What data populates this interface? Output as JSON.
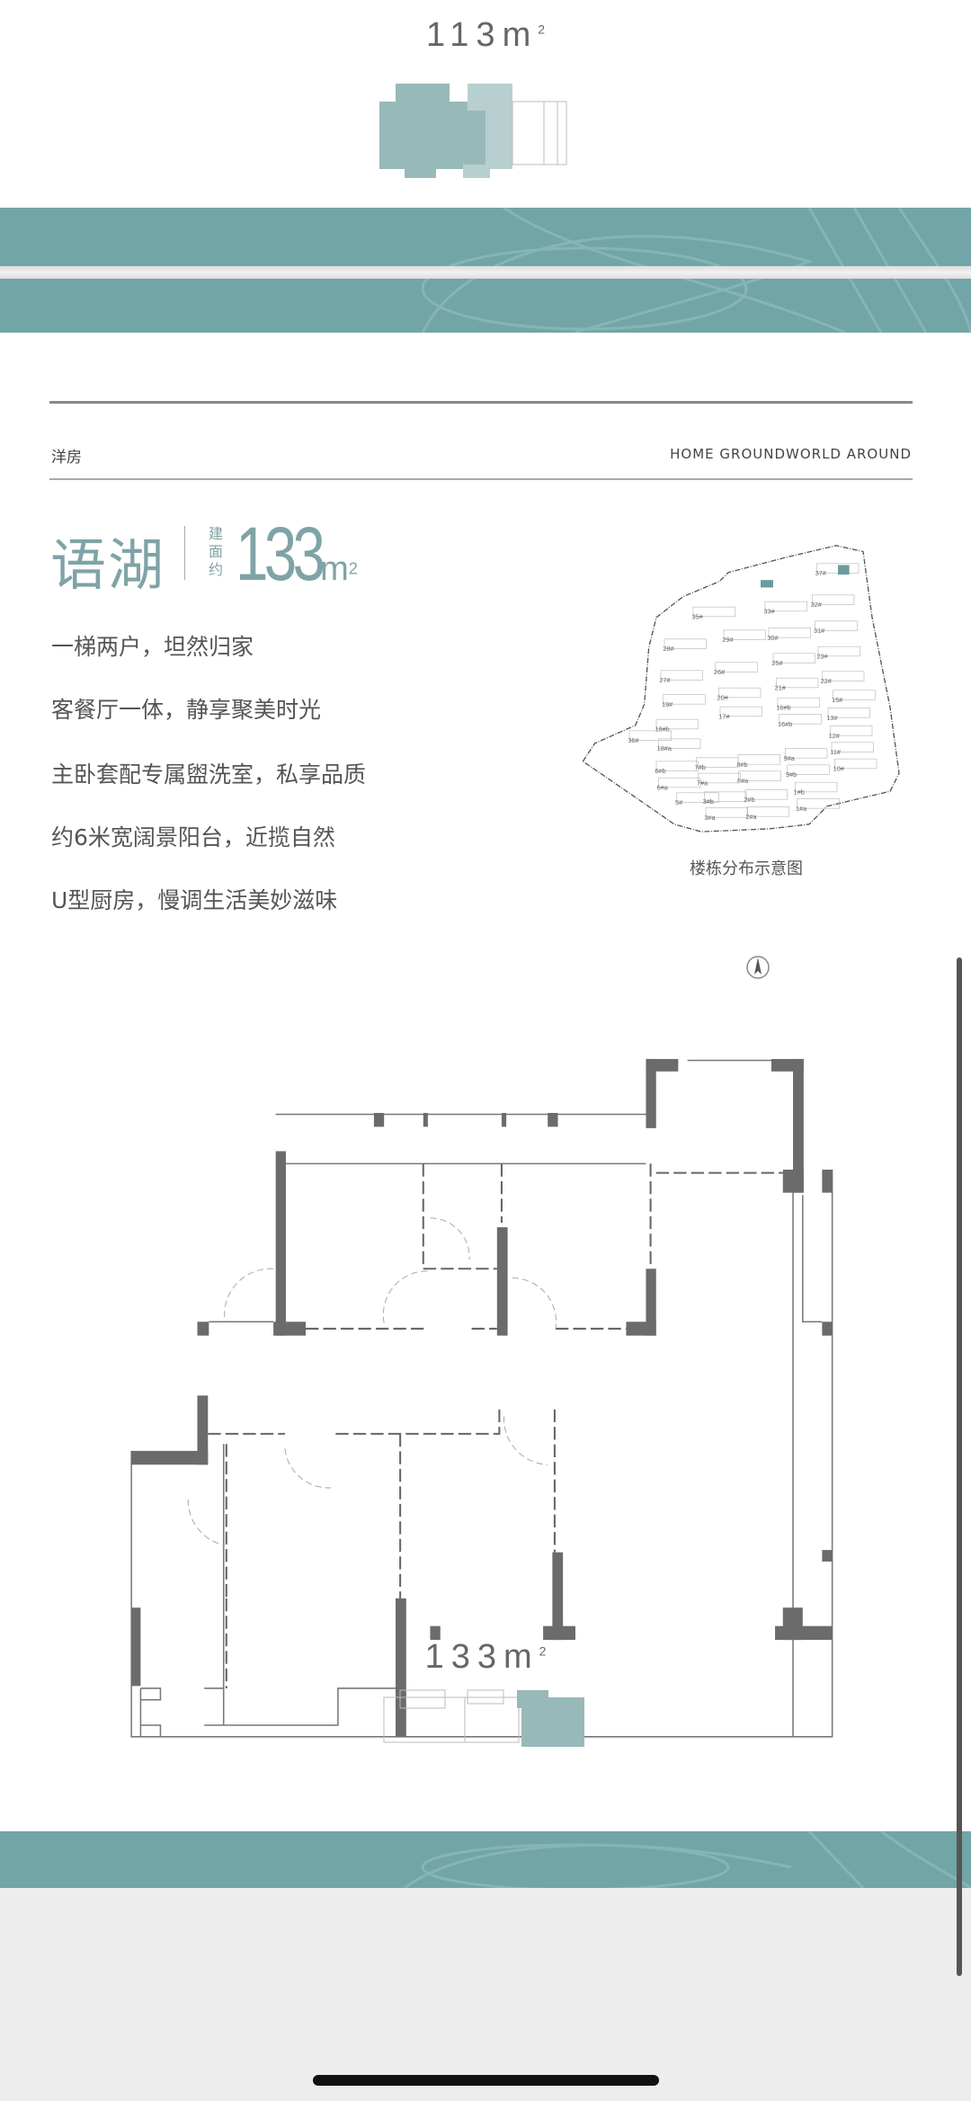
{
  "top_unit": {
    "area": "113",
    "unit": "m",
    "sup": "2"
  },
  "section": {
    "category": "洋房",
    "tagline": "HOME GROUNDWORLD AROUND"
  },
  "title": {
    "name": "语湖",
    "area_prefix": [
      "建",
      "面",
      "约"
    ],
    "area": "133",
    "unit": "m",
    "sup": "2"
  },
  "features": [
    "一梯两户，坦然归家",
    "客餐厅一体，静享聚美时光",
    "主卧套配专属盥洗室，私享品质",
    "约6米宽阔景阳台，近揽自然",
    "U型厨房，慢调生活美妙滋味"
  ],
  "site_map": {
    "caption": "楼栋分布示意图",
    "buildings": [
      "37#",
      "33#",
      "32#",
      "35#",
      "31#",
      "30#",
      "29#",
      "28#",
      "23#",
      "25#",
      "26#",
      "27#",
      "22#",
      "21#",
      "20#",
      "19#",
      "15#",
      "16#b",
      "17#",
      "13#",
      "16#b",
      "18#b",
      "36#",
      "12#",
      "18#a",
      "9#a",
      "11#",
      "8#b",
      "7#b",
      "6#b",
      "10#",
      "9#b",
      "8#a",
      "7#a",
      "6#a",
      "1#b",
      "5#",
      "3#b",
      "2#b",
      "1#a",
      "3#a",
      "2#a"
    ]
  },
  "bottom_unit": {
    "area": "133",
    "unit": "m",
    "sup": "2"
  },
  "colors": {
    "accent": "#72a5a7",
    "title": "#7fa3a6",
    "wall": "#6b6b6b"
  }
}
